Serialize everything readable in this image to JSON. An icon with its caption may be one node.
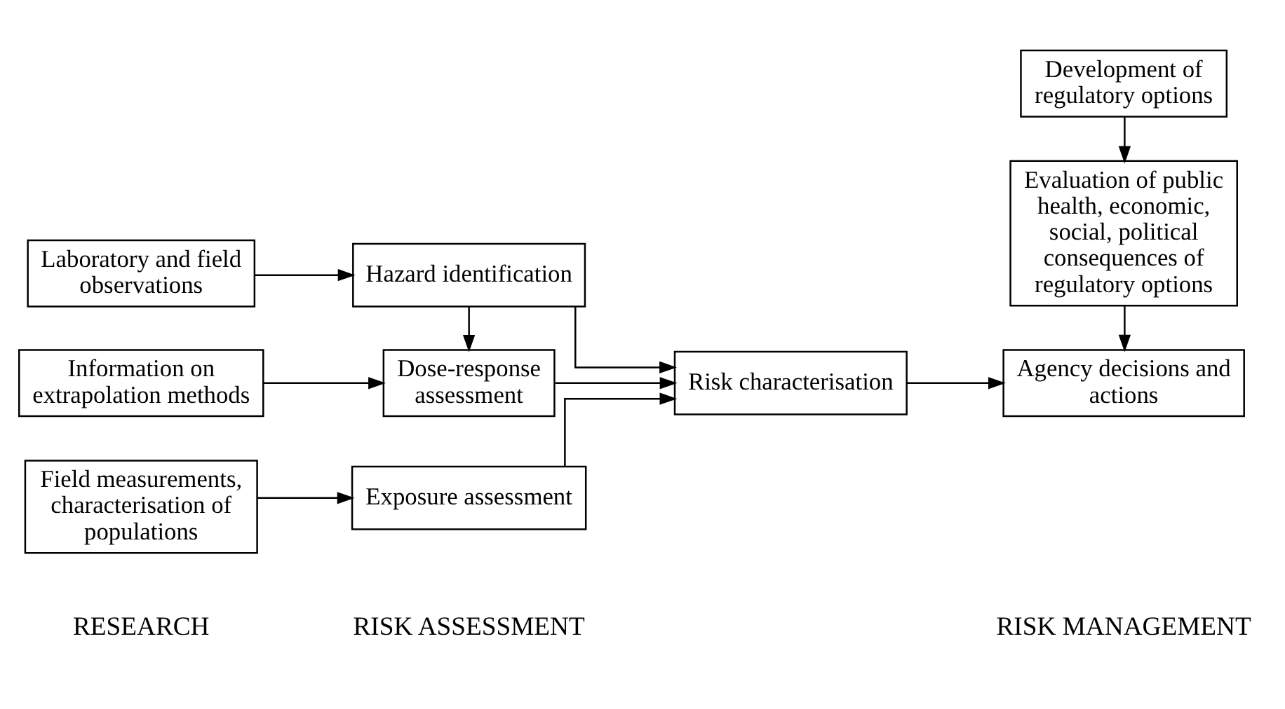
{
  "diagram": {
    "nodes": [
      {
        "text": [
          "Laboratory and field observations"
        ]
      },
      {
        "text": [
          "Information on extrapolation methods"
        ]
      },
      {
        "text": [
          "Field measurements, characterisation of populations"
        ]
      },
      {
        "text": [
          "Hazard identification"
        ]
      },
      {
        "text": [
          "Dose-response assessment"
        ]
      },
      {
        "text": [
          "Exposure assessment"
        ]
      },
      {
        "text": [
          "Risk characterisation"
        ]
      },
      {
        "text": [
          "Development of regulatory options"
        ]
      },
      {
        "text": [
          "Evaluation of public health, economic, social, political consequences of regulatory options"
        ]
      },
      {
        "text": [
          "Agency decisions and actions"
        ]
      }
    ],
    "edges": [
      {
        "from": 0,
        "to": 3,
        "arrow": "to"
      },
      {
        "from": 1,
        "to": 4,
        "arrow": "to"
      },
      {
        "from": 2,
        "to": 5,
        "arrow": "to"
      },
      {
        "from": 3,
        "to": 4,
        "arrow": "to"
      },
      {
        "from": 3,
        "to": 6,
        "arrow": "to"
      },
      {
        "from": 4,
        "to": 6,
        "arrow": "to"
      },
      {
        "from": 5,
        "to": 6,
        "arrow": "to"
      },
      {
        "from": 7,
        "to": 8,
        "arrow": "to"
      },
      {
        "from": 8,
        "to": 9,
        "arrow": "to"
      },
      {
        "from": 6,
        "to": 9,
        "arrow": "to"
      }
    ],
    "labels": [
      "RESEARCH",
      "RISK ASSESSMENT",
      "RISK MANAGEMENT"
    ]
  }
}
